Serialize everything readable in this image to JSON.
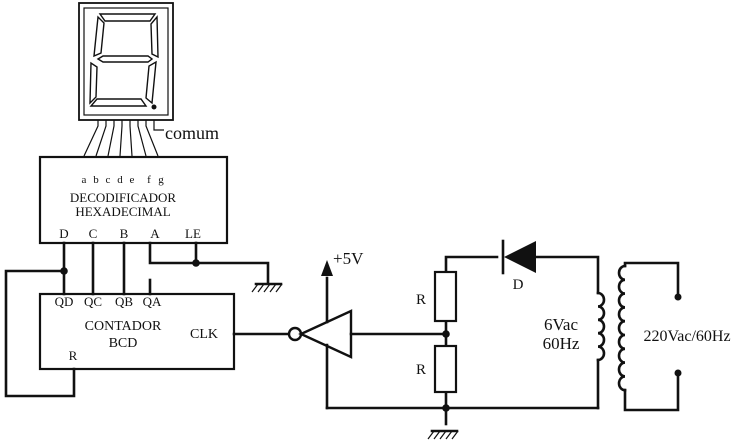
{
  "display": {
    "pin_label": "comum"
  },
  "decoder": {
    "segment_pins": [
      "a",
      "b",
      "c",
      "d",
      "e",
      "f",
      "g"
    ],
    "title_line1": "DECODIFICADOR",
    "title_line2": "HEXADECIMAL",
    "inputs": [
      "D",
      "C",
      "B",
      "A",
      "LE"
    ]
  },
  "counter": {
    "outputs": [
      "QD",
      "QC",
      "QB",
      "QA"
    ],
    "title_line1": "CONTADOR",
    "title_line2": "BCD",
    "clk_label": "CLK",
    "reset_label": "R"
  },
  "supply": {
    "vcc_label": "+5V"
  },
  "rectifier": {
    "resistor_top": "R",
    "resistor_bottom": "R",
    "diode_label": "D",
    "secondary_line1": "6Vac",
    "secondary_line2": "60Hz",
    "primary_label": "220Vac/60Hz"
  }
}
